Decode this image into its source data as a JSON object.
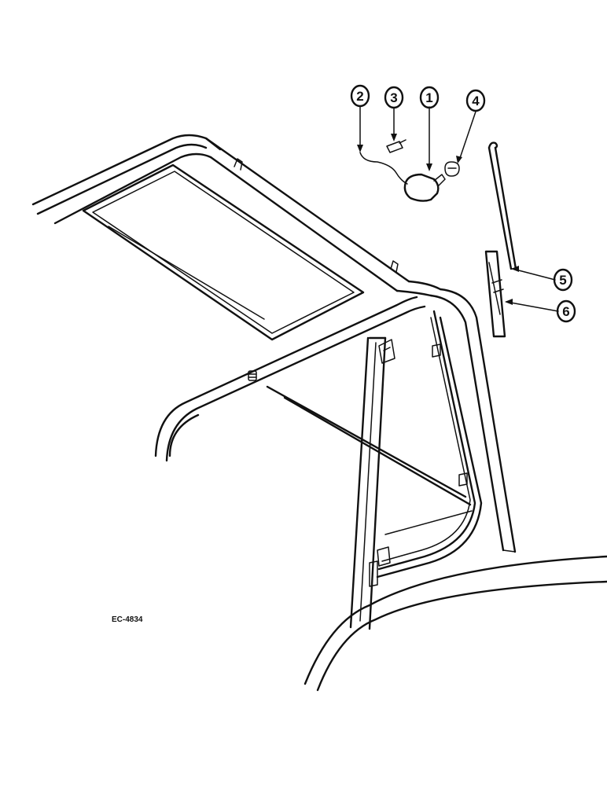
{
  "drawing": {
    "reference": "EC-4834"
  },
  "callouts": [
    {
      "id": "callout-1",
      "label": "1"
    },
    {
      "id": "callout-2",
      "label": "2"
    },
    {
      "id": "callout-3",
      "label": "3"
    },
    {
      "id": "callout-4",
      "label": "4"
    },
    {
      "id": "callout-5",
      "label": "5"
    },
    {
      "id": "callout-6",
      "label": "6"
    }
  ]
}
